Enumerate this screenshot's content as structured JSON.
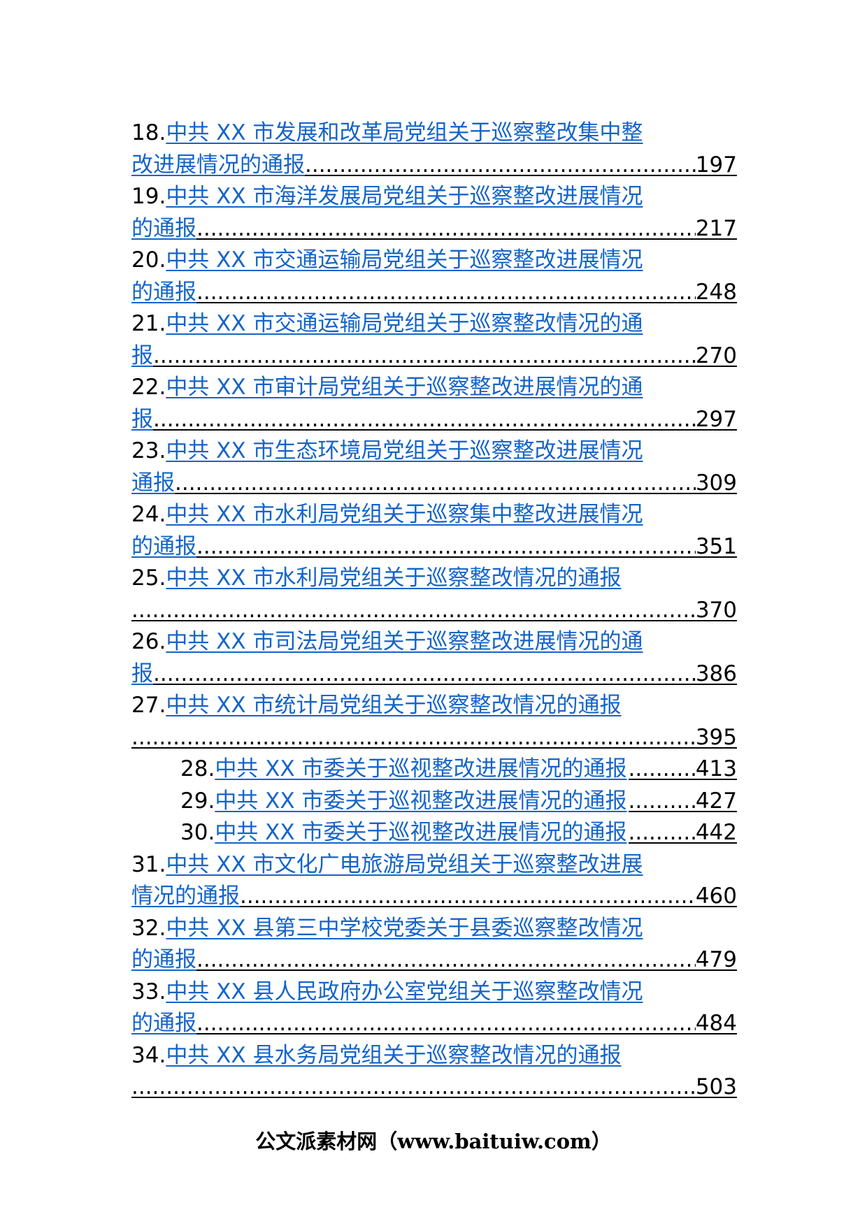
{
  "toc": {
    "entries": [
      {
        "num": "18.",
        "title": "中共 XX 市发展和改革局党组关于巡察整改集中整",
        "tail": "改进展情况的通报",
        "page": "197"
      },
      {
        "num": "19.",
        "title": "中共 XX 市海洋发展局党组关于巡察整改进展情况",
        "tail": "的通报",
        "page": "217"
      },
      {
        "num": "20.",
        "title": "中共 XX 市交通运输局党组关于巡察整改进展情况",
        "tail": "的通报",
        "page": "248"
      },
      {
        "num": "21.",
        "title": "中共 XX 市交通运输局党组关于巡察整改情况的通",
        "tail": "报",
        "page": "270"
      },
      {
        "num": "22.",
        "title": "中共 XX 市审计局党组关于巡察整改进展情况的通",
        "tail": "报",
        "page": "297"
      },
      {
        "num": "23.",
        "title": "中共 XX 市生态环境局党组关于巡察整改进展情况",
        "tail": "通报",
        "page": "309"
      },
      {
        "num": "24.",
        "title": "中共 XX 市水利局党组关于巡察集中整改进展情况",
        "tail": "的通报",
        "page": "351"
      },
      {
        "num": "25.",
        "title": "中共 XX 市水利局党组关于巡察整改情况的通报",
        "tail": "",
        "page": "370"
      },
      {
        "num": "26.",
        "title": "中共 XX 市司法局党组关于巡察整改进展情况的通",
        "tail": "报",
        "page": "386"
      },
      {
        "num": "27.",
        "title": "中共 XX 市统计局党组关于巡察整改情况的通报",
        "tail": "",
        "page": "395"
      },
      {
        "num": "28.",
        "title": "中共 XX 市委关于巡视整改进展情况的通报",
        "page": "413"
      },
      {
        "num": "29.",
        "title": "中共 XX 市委关于巡视整改进展情况的通报",
        "page": "427"
      },
      {
        "num": "30.",
        "title": "中共 XX 市委关于巡视整改进展情况的通报",
        "page": "442"
      },
      {
        "num": "31.",
        "title": "中共 XX 市文化广电旅游局党组关于巡察整改进展",
        "tail": "情况的通报",
        "page": "460"
      },
      {
        "num": "32.",
        "title": "中共 XX 县第三中学校党委关于县委巡察整改情况",
        "tail": "的通报",
        "page": "479"
      },
      {
        "num": "33.",
        "title": "中共 XX 县人民政府办公室党组关于巡察整改情况",
        "tail": "的通报",
        "page": "484"
      },
      {
        "num": "34.",
        "title": "中共 XX 县水务局党组关于巡察整改情况的通报",
        "tail": "",
        "page": "503"
      }
    ]
  },
  "footer": {
    "text": "公文派素材网（www.baituiw.com）"
  }
}
